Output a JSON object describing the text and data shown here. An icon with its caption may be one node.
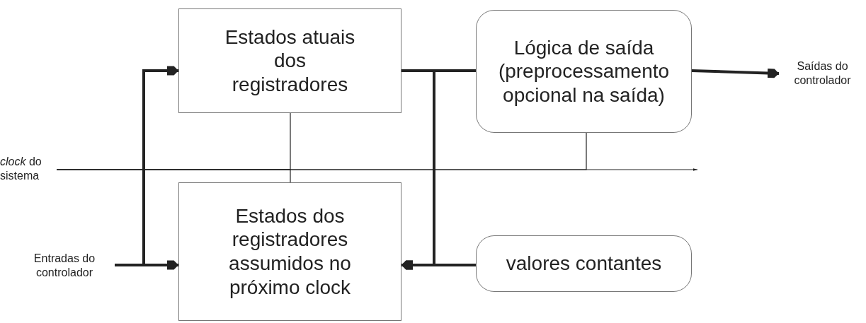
{
  "diagram": {
    "nodes": [
      {
        "text": [
          "Estados atuais dos registradores"
        ]
      },
      {
        "text": [
          "Lógica de saída (preprocessamento opcional na saída)"
        ]
      },
      {
        "text": [
          "Saídas do controlador"
        ]
      },
      {
        "text": [
          "*clock* do sistema"
        ]
      },
      {
        "text": [
          "Entradas do controlador"
        ]
      },
      {
        "text": [
          "Estados dos registradores assumidos no próximo clock"
        ]
      },
      {
        "text": [
          "valores contantes"
        ]
      }
    ],
    "edges": [
      {
        "from": 4,
        "to": 0,
        "arrow": "to"
      },
      {
        "from": 4,
        "to": 5,
        "arrow": "to"
      },
      {
        "from": 0,
        "to": 1,
        "arrow": "none"
      },
      {
        "from": 0,
        "to": 5,
        "arrow": "to"
      },
      {
        "from": 6,
        "to": 5,
        "arrow": "to"
      },
      {
        "from": 1,
        "to": 2,
        "arrow": "to"
      },
      {
        "from": 3,
        "to": null,
        "arrow": "to"
      },
      {
        "from": 3,
        "to": 0,
        "arrow": "none"
      },
      {
        "from": 3,
        "to": 5,
        "arrow": "none"
      },
      {
        "from": 3,
        "to": 1,
        "arrow": "none"
      }
    ]
  }
}
